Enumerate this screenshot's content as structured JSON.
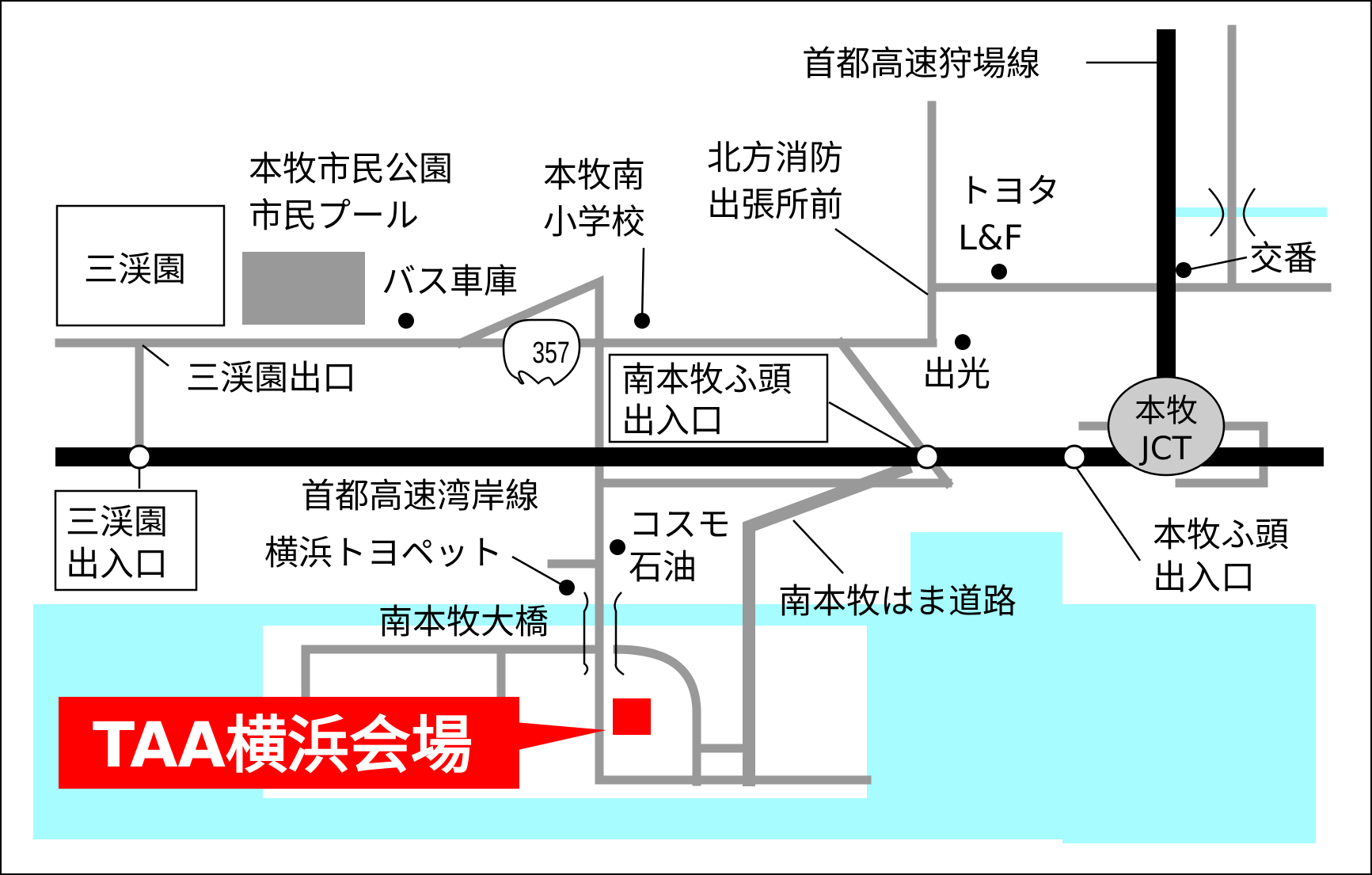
{
  "map": {
    "title": "TAA横浜会場",
    "colors": {
      "water": "#a6fcff",
      "road": "#999999",
      "expressway": "#000000",
      "venue": "#ff0000",
      "park": "#999999",
      "jct_fill": "#cccccc"
    },
    "labels": {
      "expressway_kariba": "首都高速狩場線",
      "park_line1": "本牧市民公園",
      "park_line2": "市民プール",
      "school_line1": "本牧南",
      "school_line2": "小学校",
      "fire_line1": "北方消防",
      "fire_line2": "出張所前",
      "toyota_line1": "トヨタ",
      "toyota_line2": "L&F",
      "koban": "交番",
      "sankeien": "三渓園",
      "bus_depot": "バス車庫",
      "sankeien_exit": "三渓園出口",
      "route_number": "357",
      "idemitsu": "出光",
      "jct_line1": "本牧",
      "jct_line2": "JCT",
      "expressway_wangan": "首都高速湾岸線",
      "yokohama_toyopet": "横浜トヨペット",
      "cosmo_line1": "コスモ",
      "cosmo_line2": "石油",
      "minamihonmoku_ohashi": "南本牧大橋",
      "minamihonmoku_hama_road": "南本牧はま道路"
    },
    "entrances": {
      "sankeien_line1": "三渓園",
      "sankeien_line2": "出入口",
      "minamihonmoku_futo_line1": "南本牧ふ頭",
      "minamihonmoku_futo_line2": "出入口",
      "honmoku_futo_line1": "本牧ふ頭",
      "honmoku_futo_line2": "出入口"
    }
  }
}
